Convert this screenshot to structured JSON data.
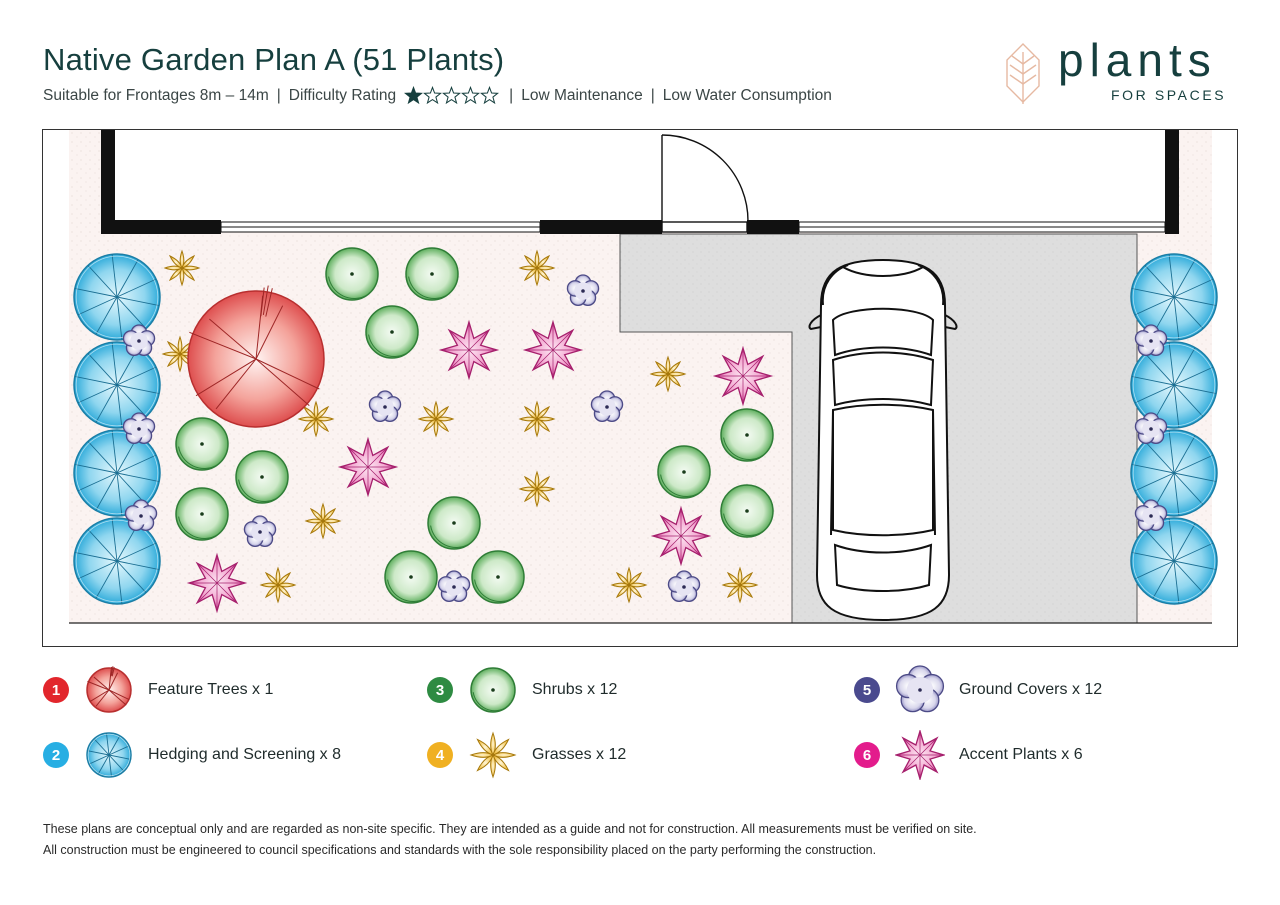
{
  "header": {
    "title": "Native Garden Plan A (51 Plants)",
    "frontage": "Suitable for Frontages 8m – 14m",
    "difficulty_label": "Difficulty Rating",
    "difficulty_rating": 1,
    "difficulty_max": 5,
    "maintenance": "Low Maintenance",
    "water": "Low Water Consumption",
    "separator": "|"
  },
  "logo": {
    "word": "plants",
    "tagline": "FOR SPACES"
  },
  "legend": [
    {
      "number": "1",
      "label": "Feature Trees x 1",
      "badge_color": "#e2262c",
      "icon": "feature-tree-icon"
    },
    {
      "number": "2",
      "label": "Hedging and Screening x 8",
      "badge_color": "#27aee3",
      "icon": "hedge-icon"
    },
    {
      "number": "3",
      "label": "Shrubs x 12",
      "badge_color": "#2e8b42",
      "icon": "shrub-icon"
    },
    {
      "number": "4",
      "label": "Grasses x 12",
      "badge_color": "#f0b021",
      "icon": "grass-icon"
    },
    {
      "number": "5",
      "label": "Ground Covers x 12",
      "badge_color": "#4a4a8e",
      "icon": "ground-cover-icon"
    },
    {
      "number": "6",
      "label": "Accent Plants x 6",
      "badge_color": "#e31c8c",
      "icon": "accent-plant-icon"
    }
  ],
  "disclaimer": [
    "These plans are conceptual only and are regarded as non-site specific. They are intended as a guide and not for construction. All measurements must be verified on site.",
    "All construction must be engineered to council specifications and standards with the sole responsibility placed on the party performing the construction."
  ],
  "colors": {
    "brand": "#163f3e",
    "tree": "#e55b5b",
    "hedge": "#3fb8de",
    "shrub": "#3c9a4a",
    "grass": "#d29b18",
    "ground_cover": "#7a77b0",
    "accent": "#d9459b",
    "garden_bed": "#fbf3f1",
    "driveway": "#dedede"
  }
}
